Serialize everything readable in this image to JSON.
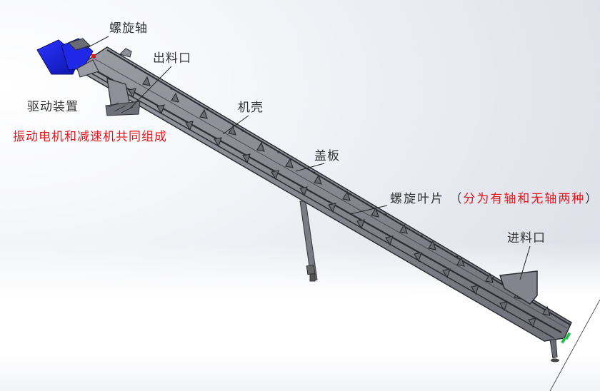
{
  "diagram": {
    "subject": "screw conveyor",
    "colors": {
      "body_gray": "#8c8d96",
      "body_dark": "#3a3b42",
      "motor_blue": "#1a22d8",
      "coupling_red": "#c81e1e",
      "valve_green": "#22c24a",
      "label_text": "#333333",
      "note_red": "#e8141b"
    },
    "labels": {
      "screw_shaft": "螺旋轴",
      "outlet": "出料口",
      "drive_unit": "驱动装置",
      "drive_note": "振动电机和减速机共同组成",
      "casing": "机壳",
      "cover_plate": "盖板",
      "screw_blade": "螺旋叶片",
      "screw_blade_note_open": "（",
      "screw_blade_note": "分为有轴和无轴两种",
      "screw_blade_note_close": "）",
      "inlet": "进料口"
    }
  }
}
